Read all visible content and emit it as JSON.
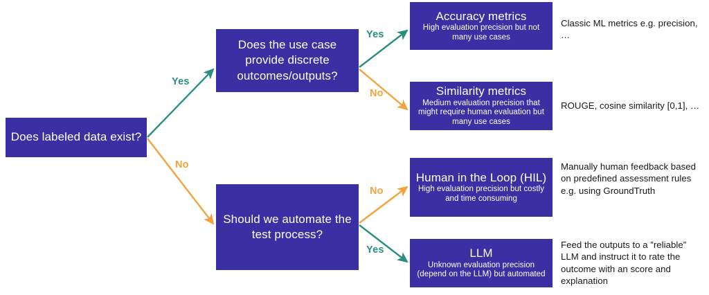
{
  "diagram": {
    "type": "decision-flowchart",
    "colors": {
      "node_fill": "#3a2fa3",
      "node_text": "#ffffff",
      "yes_edge": "#2a8e80",
      "no_edge": "#f2a33c",
      "annotation_text": "#15171a",
      "background": "#ffffff"
    },
    "nodes": [
      {
        "id": "root",
        "kind": "decision",
        "title": "Does labeled data exist?",
        "subtitle": ""
      },
      {
        "id": "discrete",
        "kind": "decision",
        "title": "Does the use case provide discrete outcomes/outputs?",
        "subtitle": ""
      },
      {
        "id": "automate",
        "kind": "decision",
        "title": "Should we automate the test process?",
        "subtitle": ""
      },
      {
        "id": "accuracy",
        "kind": "outcome",
        "title": "Accuracy metrics",
        "subtitle": "High evaluation precision but not many use cases"
      },
      {
        "id": "similarity",
        "kind": "outcome",
        "title": "Similarity metrics",
        "subtitle": "Medium evaluation precision that might require human evaluation but many use cases"
      },
      {
        "id": "hil",
        "kind": "outcome",
        "title": "Human in the Loop (HIL)",
        "subtitle": "High evaluation precision but costly and time consuming"
      },
      {
        "id": "llm",
        "kind": "outcome",
        "title": "LLM",
        "subtitle": "Unknown evaluation precision (depend on the LLM) but automated"
      }
    ],
    "edges": [
      {
        "id": "root-yes",
        "from": "root",
        "to": "discrete",
        "label": "Yes",
        "color": "#2a8e80"
      },
      {
        "id": "root-no",
        "from": "root",
        "to": "automate",
        "label": "No",
        "color": "#f2a33c"
      },
      {
        "id": "discrete-yes",
        "from": "discrete",
        "to": "accuracy",
        "label": "Yes",
        "color": "#2a8e80"
      },
      {
        "id": "discrete-no",
        "from": "discrete",
        "to": "similarity",
        "label": "No",
        "color": "#f2a33c"
      },
      {
        "id": "automate-no",
        "from": "automate",
        "to": "hil",
        "label": "No",
        "color": "#f2a33c"
      },
      {
        "id": "automate-yes",
        "from": "automate",
        "to": "llm",
        "label": "Yes",
        "color": "#2a8e80"
      }
    ],
    "annotations": [
      {
        "id": "accuracy-note",
        "for": "accuracy",
        "text": "Classic ML metrics e.g. precision, …"
      },
      {
        "id": "similarity-note",
        "for": "similarity",
        "text": "ROUGE, cosine similarity [0,1], …"
      },
      {
        "id": "hil-note",
        "for": "hil",
        "text": "Manually human feedback based on predefined assessment rules e.g. using GroundTruth"
      },
      {
        "id": "llm-note",
        "for": "llm",
        "text": "Feed the outputs to a ”reliable” LLM and instruct it to rate the outcome with an score and explanation"
      }
    ]
  }
}
